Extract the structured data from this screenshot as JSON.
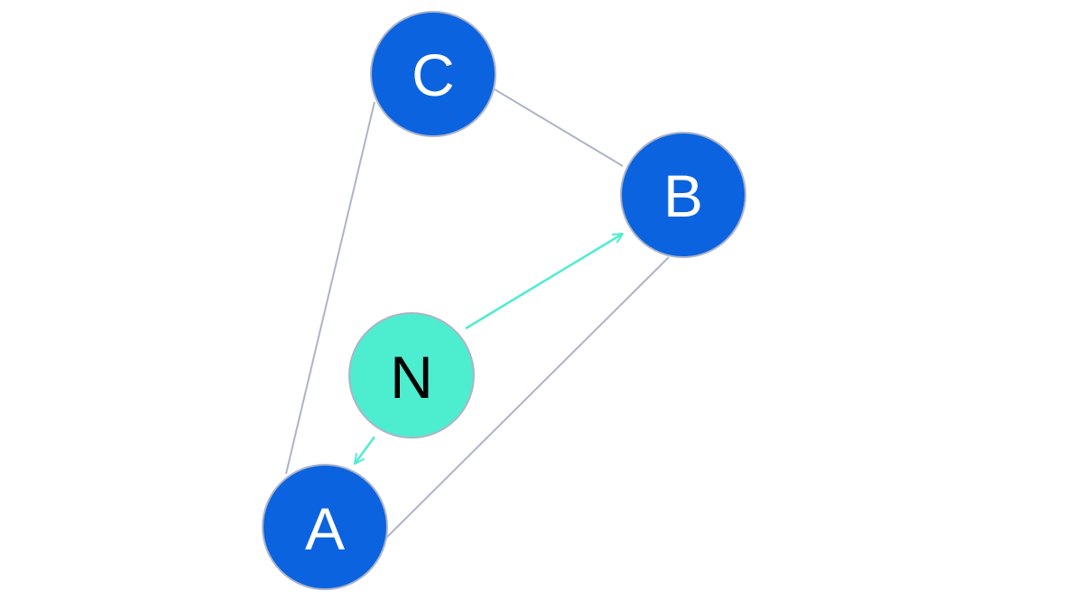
{
  "diagram": {
    "nodes": {
      "c": {
        "label": "C",
        "fill": "#0b63df",
        "text_color": "#ffffff"
      },
      "b": {
        "label": "B",
        "fill": "#0b63df",
        "text_color": "#ffffff"
      },
      "n": {
        "label": "N",
        "fill": "#4dedcf",
        "text_color": "#050505"
      },
      "a": {
        "label": "A",
        "fill": "#0b63df",
        "text_color": "#ffffff"
      }
    },
    "edges": [
      {
        "from": "C",
        "to": "B",
        "kind": "line"
      },
      {
        "from": "C",
        "to": "A",
        "kind": "line"
      },
      {
        "from": "B",
        "to": "A",
        "kind": "line"
      },
      {
        "from": "N",
        "to": "B",
        "kind": "arrow"
      },
      {
        "from": "N",
        "to": "A",
        "kind": "arrow"
      }
    ],
    "colors": {
      "edge": "#adb4c8",
      "arrow": "#4dedcf",
      "node_border": "#adb4c8"
    }
  }
}
